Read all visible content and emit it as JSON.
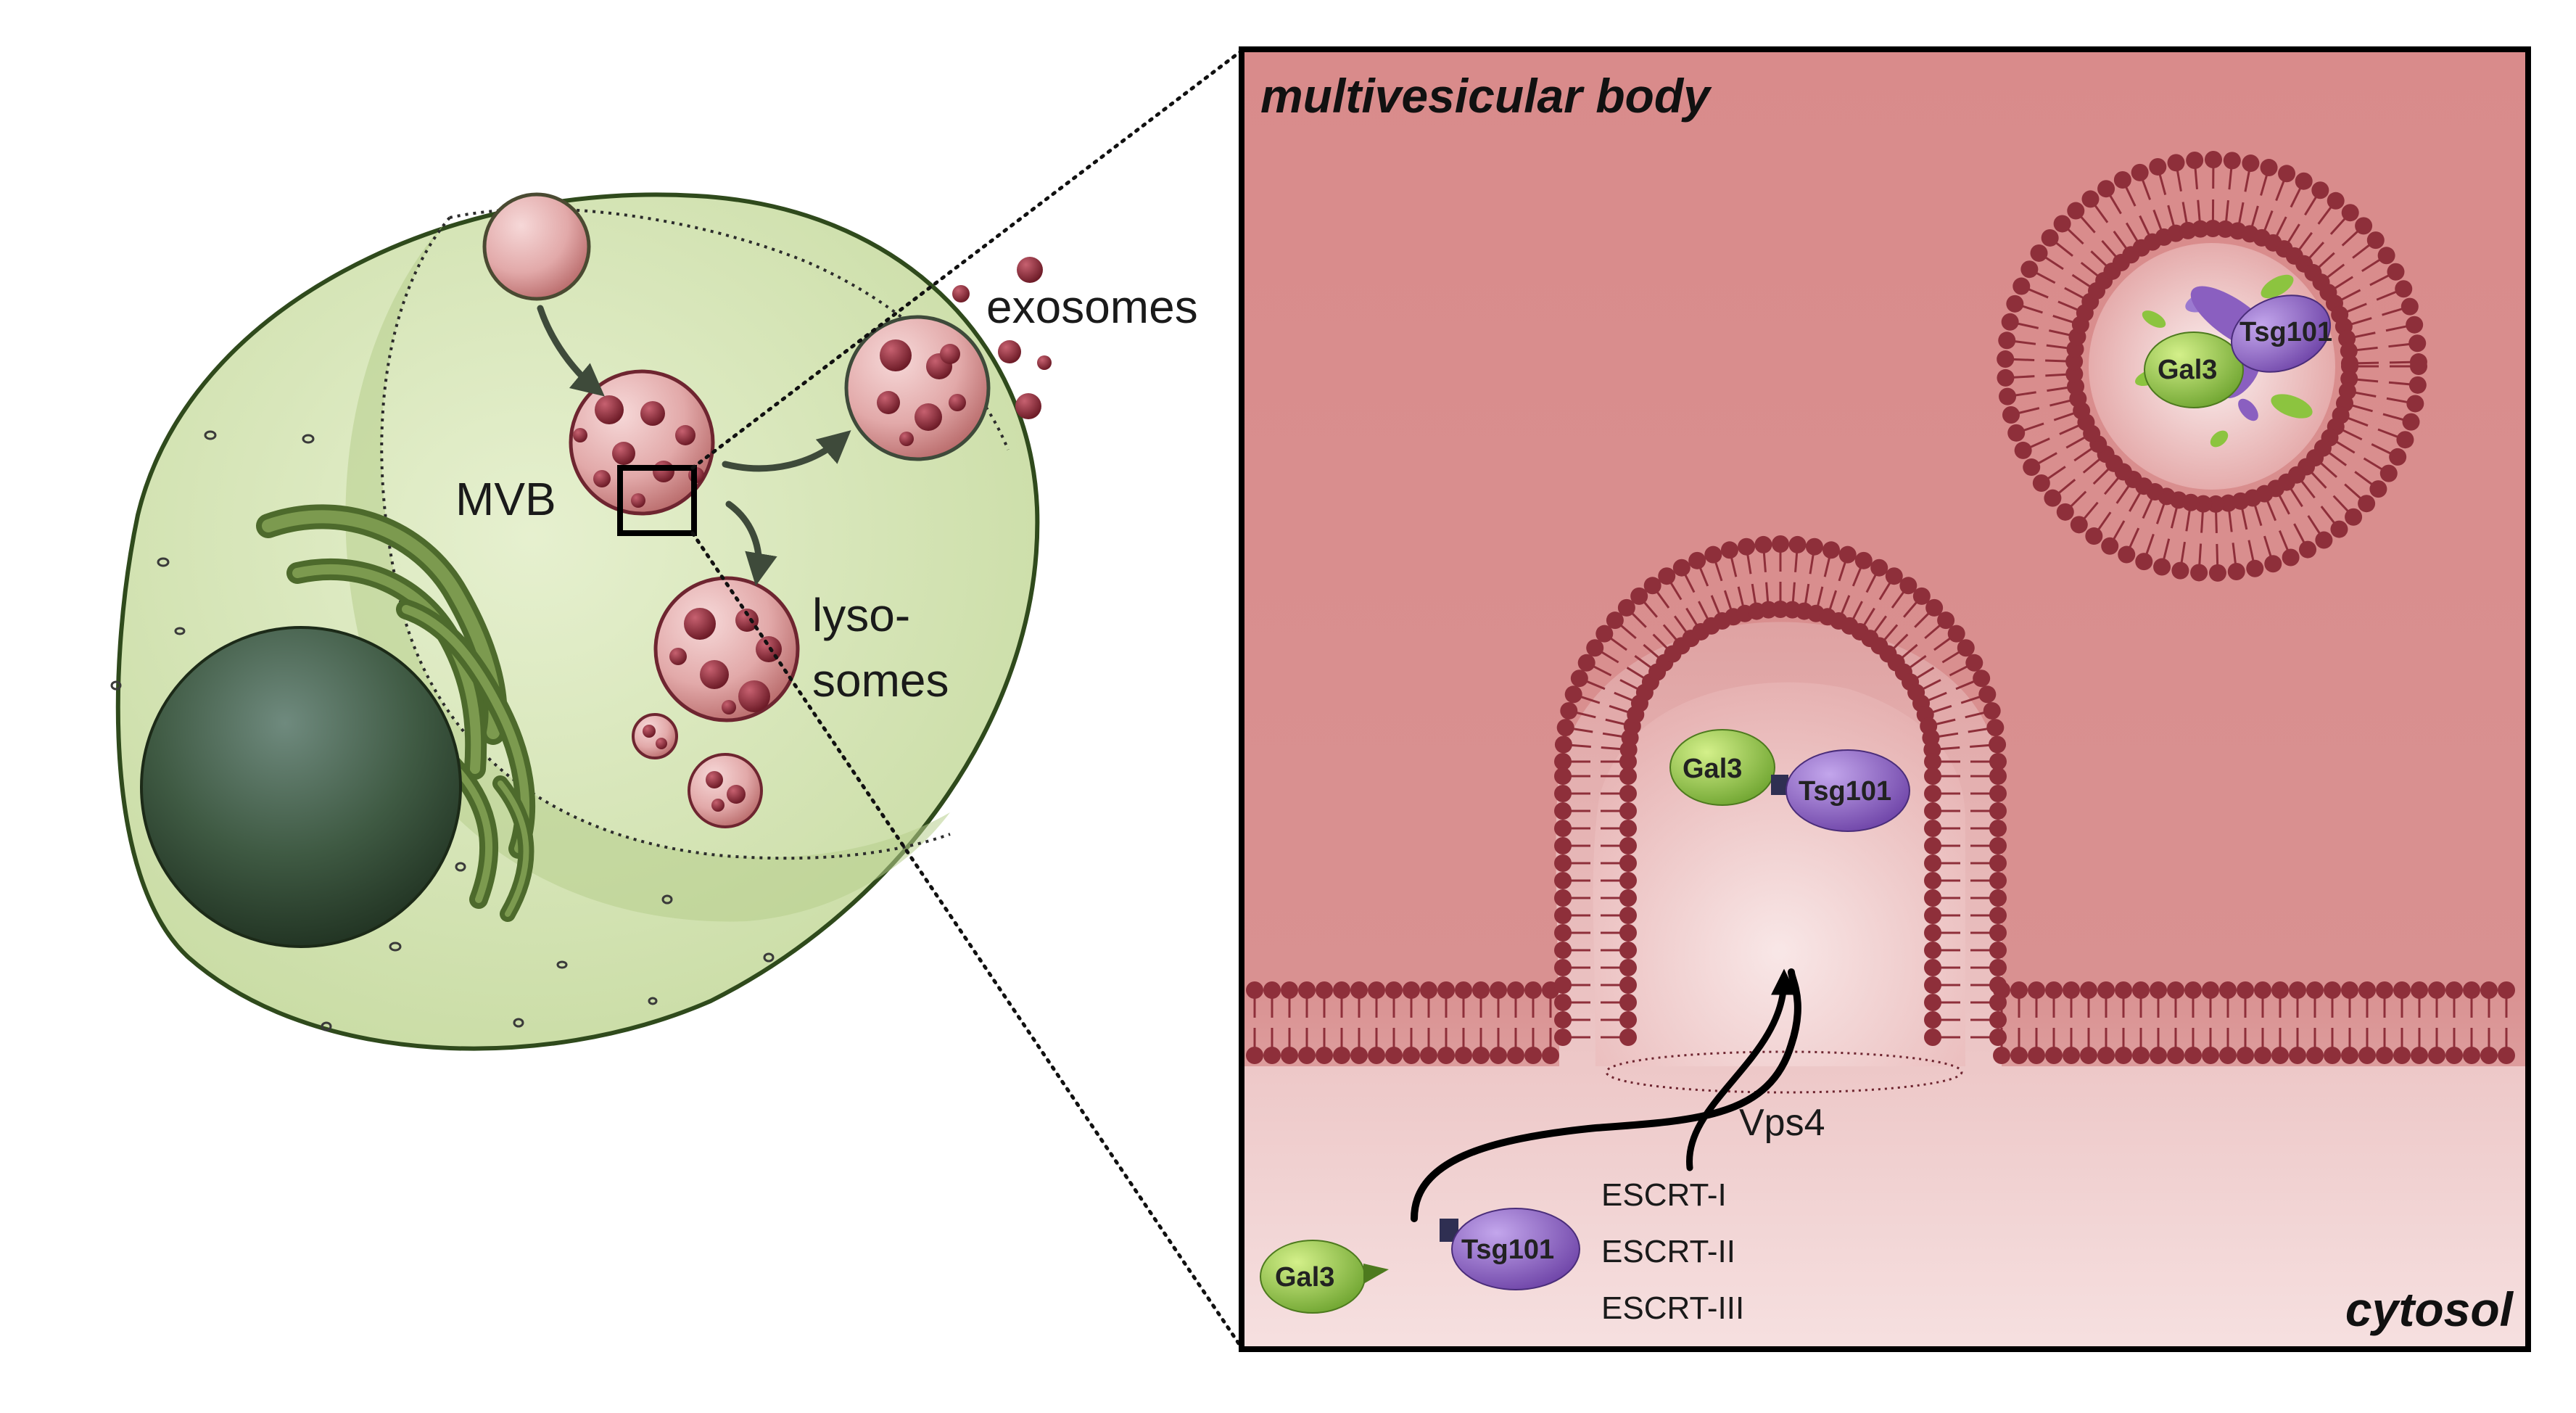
{
  "cell": {
    "label_mvb": "MVB",
    "label_exosomes": "exosomes",
    "label_lyso_1": "lyso-",
    "label_lyso_2": "somes"
  },
  "zoom": {
    "label_top_left": "multivesicular body",
    "label_bottom_right": "cytosol",
    "vps4": "Vps4",
    "escrt": [
      "ESCRT-I",
      "ESCRT-II",
      "ESCRT-III"
    ]
  },
  "proteins": {
    "gal3": "Gal3",
    "tsg101": "Tsg101"
  },
  "colors": {
    "cell_fill": "#d8e8bb",
    "cell_stroke": "#2f4a1c",
    "vesicle": "#8e2f3a",
    "lumen": "#e5a6a6",
    "cytosol": "#f1d0d0",
    "gal3": "#8cc43f",
    "tsg101": "#8a5fc0"
  }
}
